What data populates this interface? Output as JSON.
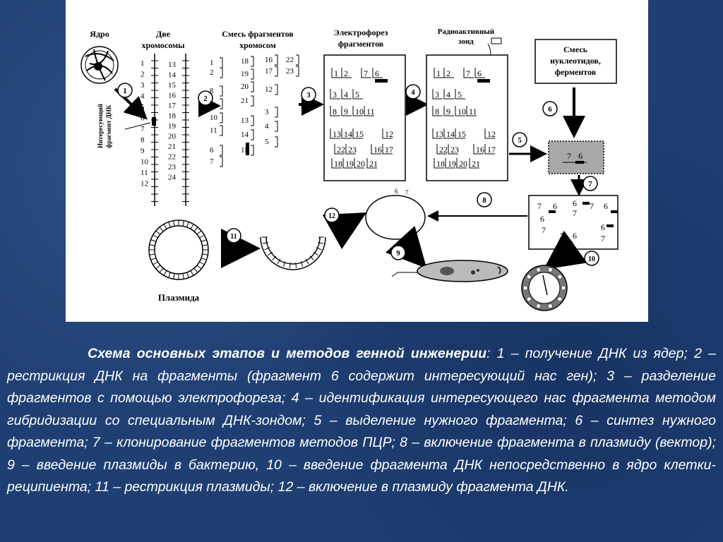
{
  "diagram": {
    "labels": {
      "nucleus": "Ядро",
      "two_chromosomes_l1": "Две",
      "two_chromosomes_l2": "хромосомы",
      "fragment_mix_l1": "Смесь фрагментов",
      "fragment_mix_l2": "хромосом",
      "electrophoresis_l1": "Электрофорез",
      "electrophoresis_l2": "фрагментов",
      "probe_l1": "Радиоактивный",
      "probe_l2": "зонд",
      "nucleotide_mix_l1": "Смесь",
      "nucleotide_mix_l2": "нуклеотидов,",
      "nucleotide_mix_l3": "ферментов",
      "dna_fragment_l1": "Интересующий",
      "dna_fragment_l2": "фрагмент ДНК",
      "plasmid": "Плазмида"
    },
    "steps": [
      "1",
      "2",
      "3",
      "4",
      "5",
      "6",
      "7",
      "8",
      "9",
      "10",
      "11",
      "12"
    ],
    "chromosome_left_numbers": [
      "1",
      "2",
      "3",
      "4",
      "5",
      "6",
      "7",
      "8",
      "9",
      "10",
      "11",
      "12"
    ],
    "chromosome_right_numbers": [
      "13",
      "14",
      "15",
      "16",
      "17",
      "18",
      "19",
      "20",
      "21",
      "22",
      "23",
      "24"
    ],
    "fragment_col1": [
      "1",
      "2",
      "8",
      "9",
      "10",
      "11",
      "6",
      "7"
    ],
    "fragment_col2": [
      "18",
      "19",
      "20",
      "21",
      "13",
      "14",
      "15"
    ],
    "fragment_col3": [
      "16",
      "17",
      "12",
      "3",
      "4",
      "5"
    ],
    "fragment_col4": [
      "22",
      "23"
    ],
    "gel_rows": [
      [
        "1",
        "2",
        "7",
        "6"
      ],
      [
        "3",
        "4",
        "5"
      ],
      [
        "8",
        "9",
        "10",
        "11"
      ],
      [
        "13",
        "14",
        "15",
        "12"
      ],
      [
        "22",
        "23",
        "16",
        "17"
      ],
      [
        "18",
        "19",
        "20",
        "21"
      ]
    ],
    "pcr_box_numbers": [
      "7",
      "6"
    ],
    "clone_numbers": [
      "7",
      "6",
      "6",
      "7",
      "7",
      "6",
      "6",
      "7",
      "7",
      "6",
      "6",
      "7"
    ],
    "plasmid_insert_numbers": [
      "6",
      "7"
    ]
  },
  "caption": {
    "title": "Схема основных этапов и методов генной инженерии",
    "text": ": 1 – получение ДНК из ядер; 2 – рестрикция ДНК на фрагменты (фрагмент 6 содержит интересующий нас ген); 3 – разделение фрагментов с помощью электрофореза; 4 – идентификация интересующего нас фрагмента методом гибридизации со специальным ДНК-зондом; 5 – выделение нужного фрагмента; 6 – синтез нужного фрагмента; 7 – клонирование фрагментов методов ПЦР; 8 – включение фрагмента в плазмиду (вектор); 9 – введение плазмиды в бактерию, 10 – введение фрагмента ДНК непосредственно в ядро клетки-реципиента; 11 – рестрикция плазмиды; 12 – включение в плазмиду фрагмента ДНК."
  }
}
